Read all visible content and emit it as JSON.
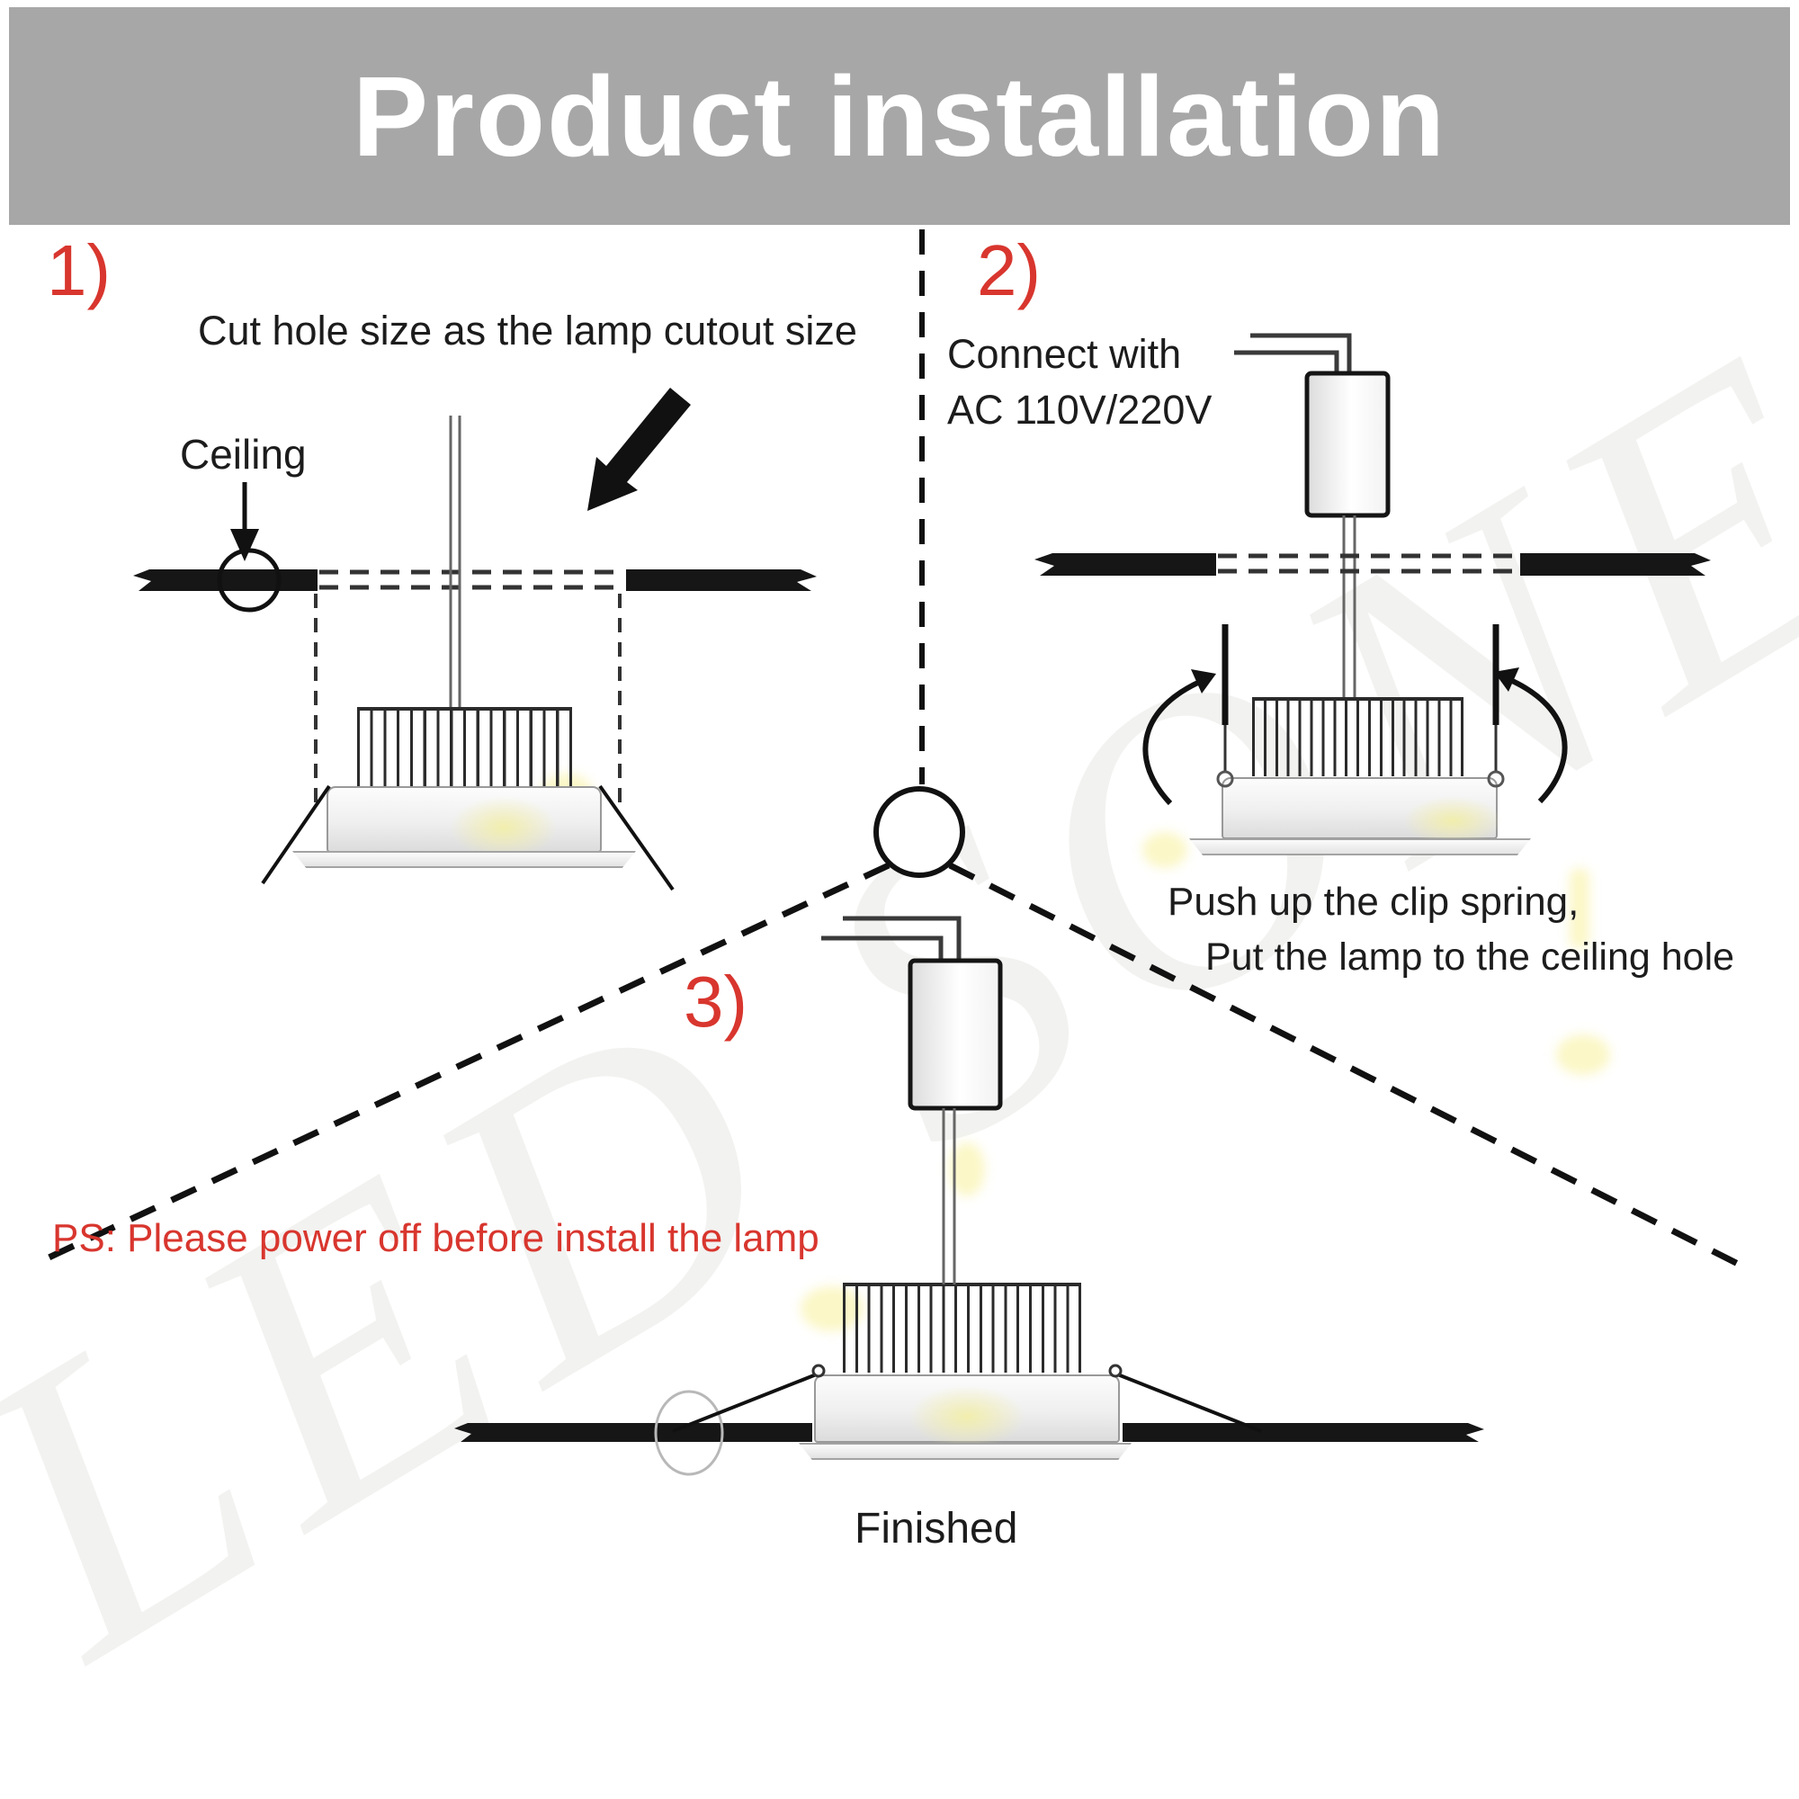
{
  "header": {
    "title": "Product installation"
  },
  "watermark": {
    "text": "LED SONE"
  },
  "steps": {
    "step1": {
      "number": "1)",
      "caption": "Cut hole size as the lamp cutout size",
      "ceiling_label": "Ceiling"
    },
    "step2": {
      "number": "2)",
      "caption_line1": "Connect with",
      "caption_line2": "AC 110V/220V",
      "instruction_line1": "Push up the clip spring,",
      "instruction_line2": "Put the lamp to the ceiling hole"
    },
    "step3": {
      "number": "3)",
      "warning": "PS: Please power off before install the lamp",
      "finished_label": "Finished"
    }
  },
  "colors": {
    "header_bg": "#a7a7a7",
    "header_text": "#ffffff",
    "accent_red": "#d8362e",
    "ink": "#1c1c1c"
  }
}
